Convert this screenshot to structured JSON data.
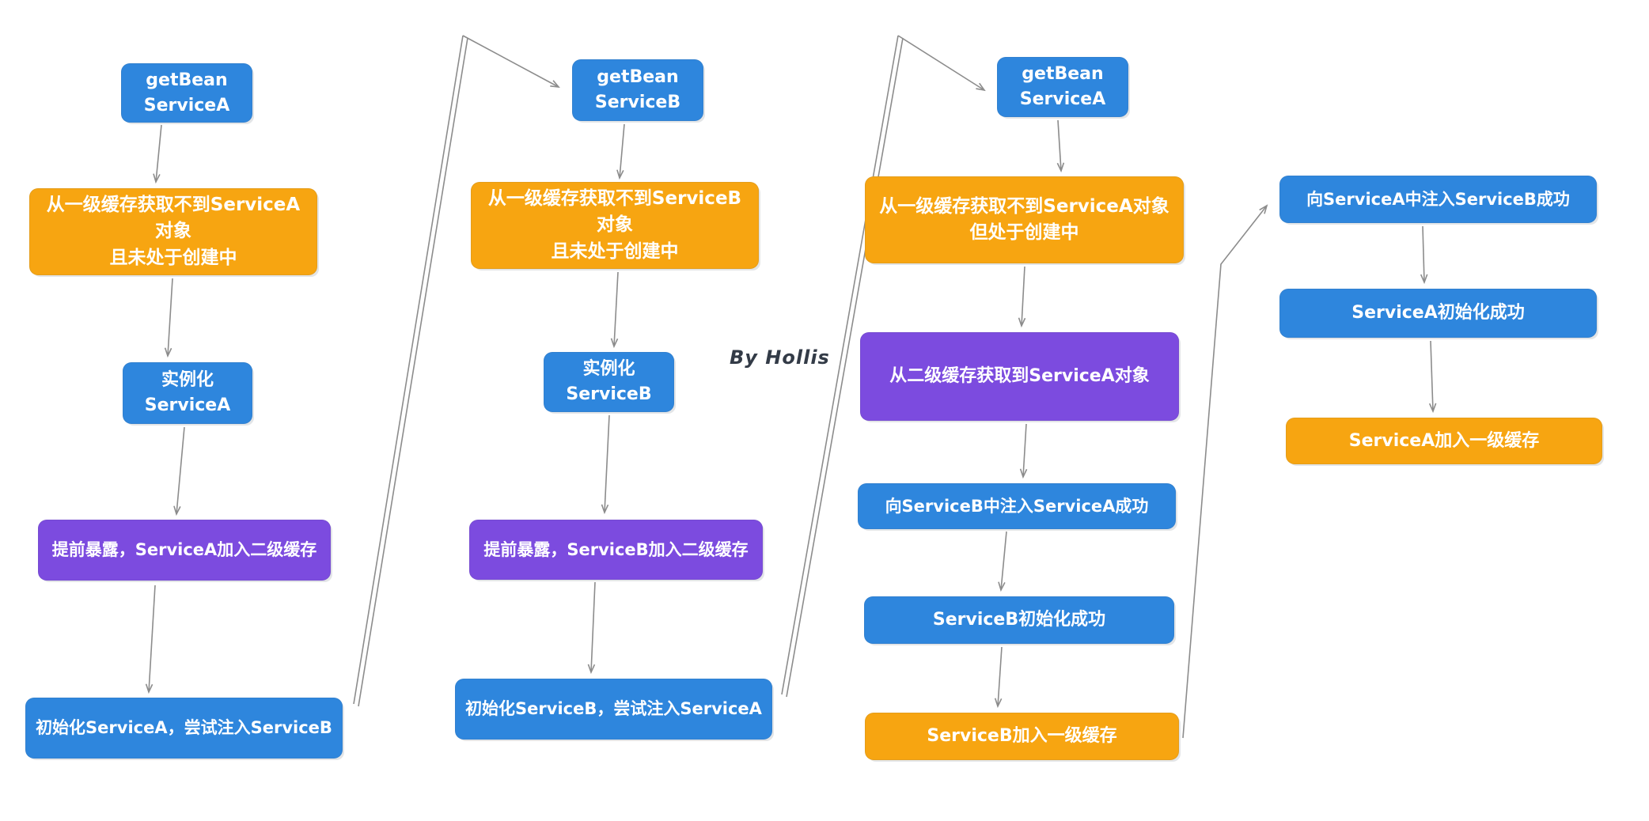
{
  "signature": "By Hollis",
  "colors": {
    "blue": "#2E86DD",
    "orange": "#F7A511",
    "purple": "#7C4BDF",
    "arrow": "#8C8C8C",
    "node_text": "#FFFFFF",
    "signature": "#333B47",
    "background": "#FFFFFF"
  },
  "flows": {
    "flow1": {
      "getbean": {
        "label": "getBean\nServiceA",
        "color": "blue"
      },
      "l1_miss": {
        "label": "从一级缓存获取不到ServiceA对象\n且未处于创建中",
        "color": "orange"
      },
      "instantiate": {
        "label": "实例化ServiceA",
        "color": "blue"
      },
      "early_expose": {
        "label": "提前暴露，ServiceA加入二级缓存",
        "color": "purple"
      },
      "init_inject": {
        "label": "初始化ServiceA，尝试注入ServiceB",
        "color": "blue"
      }
    },
    "flow2": {
      "getbean": {
        "label": "getBean\nServiceB",
        "color": "blue"
      },
      "l1_miss": {
        "label": "从一级缓存获取不到ServiceB对象\n且未处于创建中",
        "color": "orange"
      },
      "instantiate": {
        "label": "实例化ServiceB",
        "color": "blue"
      },
      "early_expose": {
        "label": "提前暴露，ServiceB加入二级缓存",
        "color": "purple"
      },
      "init_inject": {
        "label": "初始化ServiceB，尝试注入ServiceA",
        "color": "blue"
      }
    },
    "flow3": {
      "getbean": {
        "label": "getBean\nServiceA",
        "color": "blue"
      },
      "l1_miss_creating": {
        "label": "从一级缓存获取不到ServiceA对象\n但处于创建中",
        "color": "orange"
      },
      "l2_hit": {
        "label": "从二级缓存获取到ServiceA对象",
        "color": "purple"
      },
      "inject_a_into_b": {
        "label": "向ServiceB中注入ServiceA成功",
        "color": "blue"
      },
      "b_initialized": {
        "label": "ServiceB初始化成功",
        "color": "blue"
      },
      "b_into_l1": {
        "label": "ServiceB加入一级缓存",
        "color": "orange"
      }
    },
    "flow4": {
      "inject_b_into_a": {
        "label": "向ServiceA中注入ServiceB成功",
        "color": "blue"
      },
      "a_initialized": {
        "label": "ServiceA初始化成功",
        "color": "blue"
      },
      "a_into_l1": {
        "label": "ServiceA加入一级缓存",
        "color": "orange"
      }
    }
  }
}
